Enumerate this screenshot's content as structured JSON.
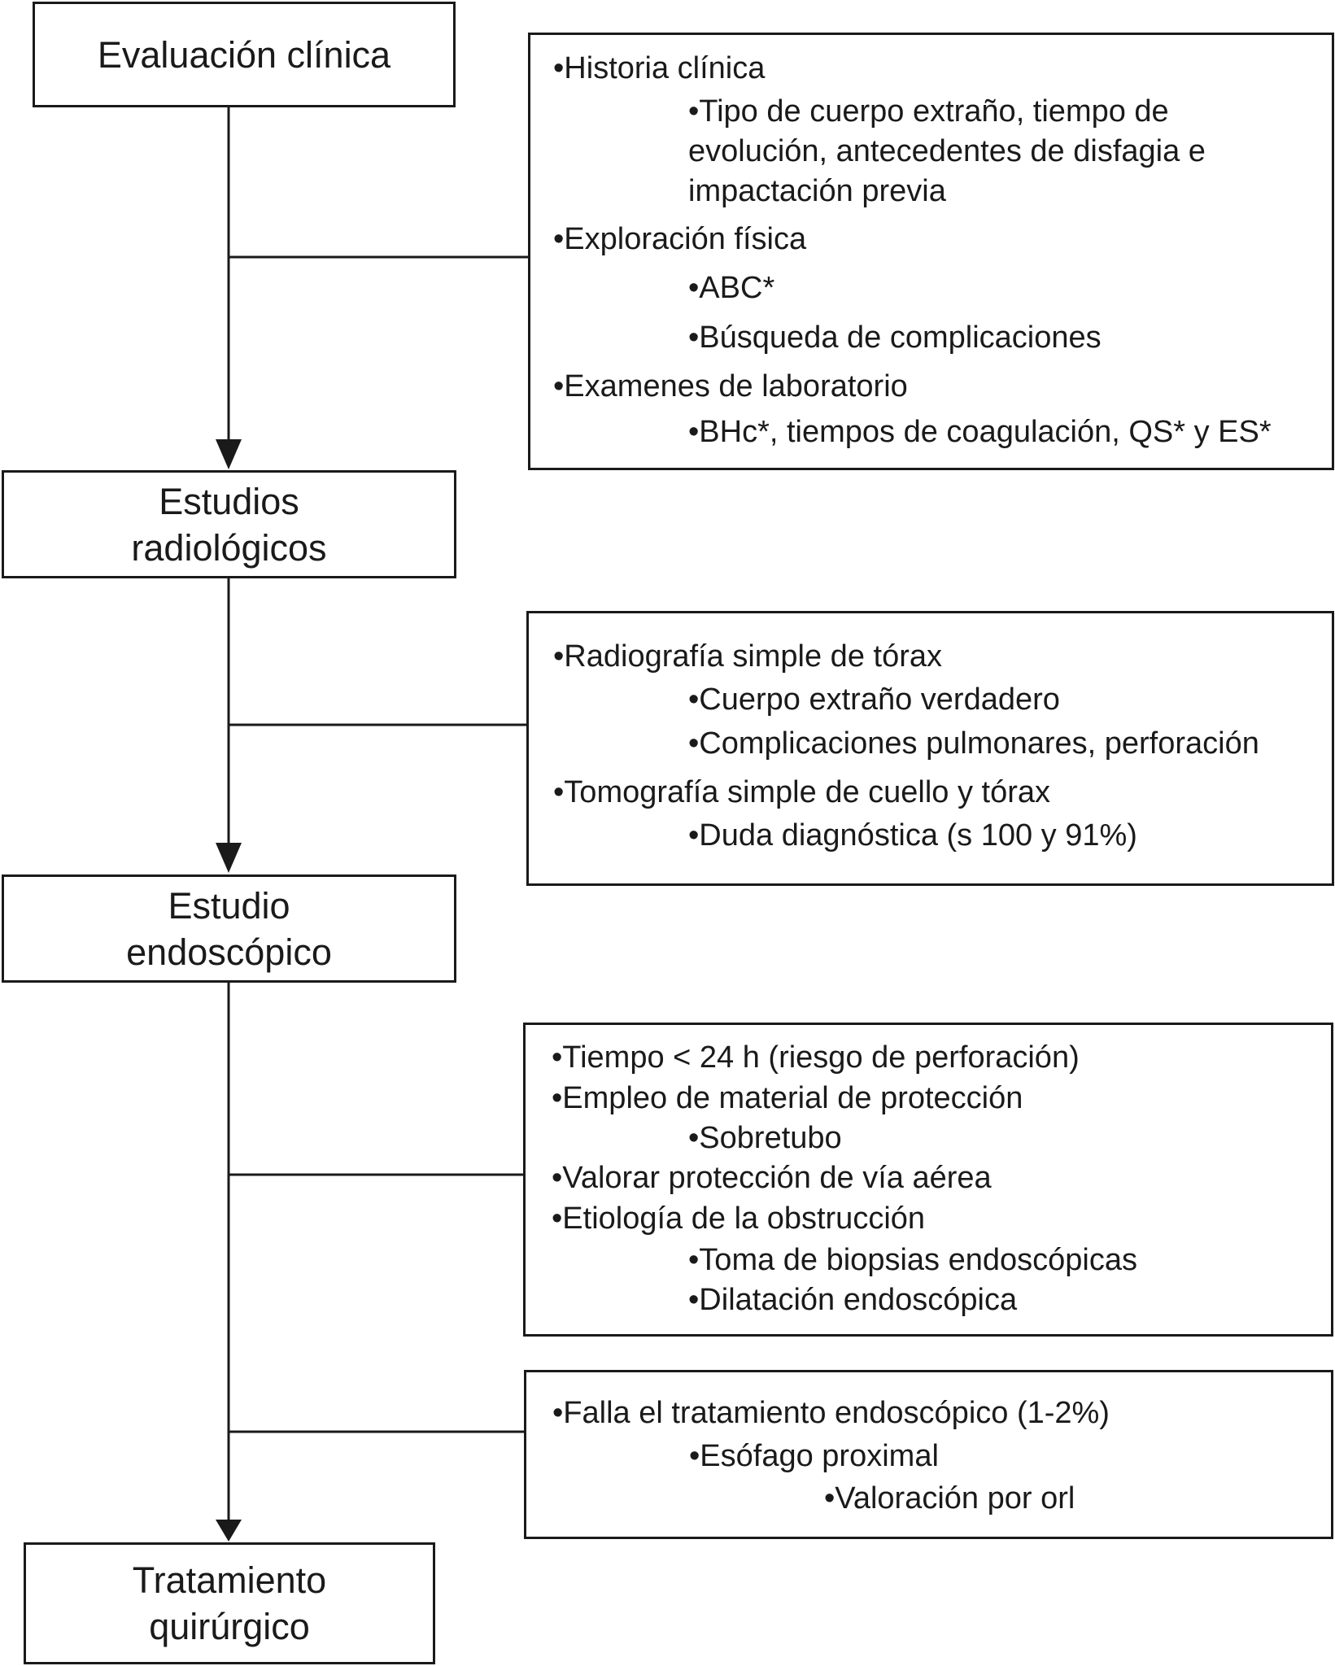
{
  "steps": [
    {
      "lines": [
        "Evaluación clínica"
      ]
    },
    {
      "lines": [
        "Estudios",
        "radiológicos"
      ]
    },
    {
      "lines": [
        "Estudio",
        "endoscópico"
      ]
    },
    {
      "lines": [
        "Tratamiento",
        "quirúrgico"
      ]
    }
  ],
  "notes": [
    {
      "items": [
        "•Historia clínica",
        "•Tipo de cuerpo extraño, tiempo de",
        "evolución, antecedentes de disfagia e",
        "impactación previa",
        "•Exploración física",
        "•ABC*",
        "•Búsqueda de complicaciones",
        "•Examenes de laboratorio",
        "•BHc*, tiempos de coagulación, QS* y ES*"
      ]
    },
    {
      "items": [
        "•Radiografía simple de tórax",
        "•Cuerpo extraño verdadero",
        "•Complicaciones pulmonares, perforación",
        "•Tomografía simple de cuello y tórax",
        "•Duda diagnóstica (s 100 y 91%)"
      ]
    },
    {
      "items": [
        "•Tiempo < 24 h (riesgo de perforación)",
        "•Empleo de material de protección",
        "•Sobretubo",
        "•Valorar protección de vía aérea",
        "•Etiología de la obstrucción",
        "•Toma de biopsias endoscópicas",
        "•Dilatación endoscópica"
      ]
    },
    {
      "items": [
        "•Falla el tratamiento endoscópico (1-2%)",
        "•Esófago proximal",
        "•Valoración por orl"
      ]
    }
  ]
}
